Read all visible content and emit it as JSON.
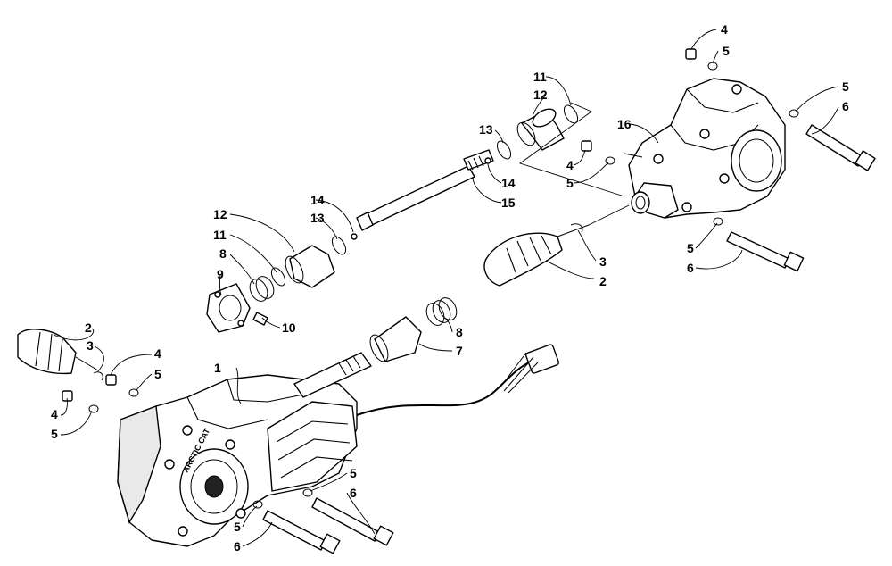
{
  "labels": {
    "l1": "1",
    "l2a": "2",
    "l2b": "2",
    "l3a": "3",
    "l3b": "3",
    "l4a": "4",
    "l4b": "4",
    "l4c": "4",
    "l4d": "4",
    "l5a": "5",
    "l5b": "5",
    "l5c": "5",
    "l5d": "5",
    "l5e": "5",
    "l5f": "5",
    "l5g": "5",
    "l5h": "5",
    "l6a": "6",
    "l6b": "6",
    "l6c": "6",
    "l6d": "6",
    "l7": "7",
    "l8a": "8",
    "l8b": "8",
    "l9": "9",
    "l10": "10",
    "l11a": "11",
    "l11b": "11",
    "l12a": "12",
    "l12b": "12",
    "l13a": "13",
    "l13b": "13",
    "l14a": "14",
    "l14b": "14",
    "l15": "15",
    "l16": "16"
  },
  "stamp": "ARCTIC CAT"
}
